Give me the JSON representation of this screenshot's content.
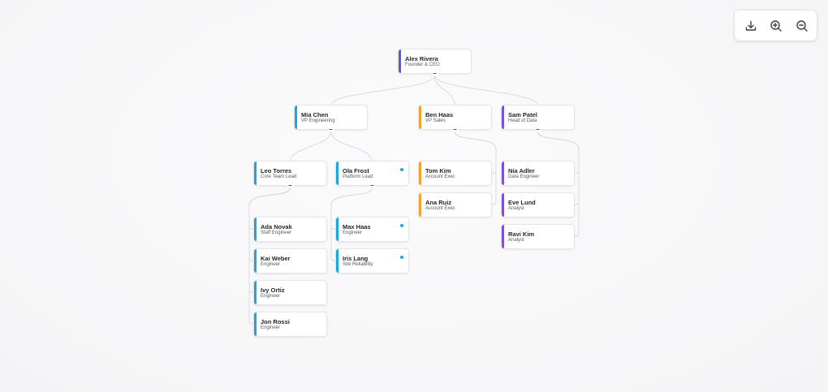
{
  "colors": {
    "engineering": "#1aa7e0",
    "sales": "#f0a42a",
    "data": "#7b4fe0",
    "executive": "#4f5de0",
    "connector": "#d9dbdf",
    "status_dot": "#1aa7e0"
  },
  "toolbar": {
    "download_icon": "download-icon",
    "zoom_in_icon": "zoom-in-icon",
    "zoom_out_icon": "zoom-out-icon"
  },
  "org": {
    "nodes": [
      {
        "id": "alex",
        "name": "Alex Rivera",
        "title": "Founder & CEO",
        "team": "executive",
        "parent": null,
        "collapsible": true,
        "status_dot": false
      },
      {
        "id": "mia",
        "name": "Mia Chen",
        "title": "VP Engineering",
        "team": "engineering",
        "parent": "alex",
        "collapsible": true,
        "status_dot": false
      },
      {
        "id": "ben",
        "name": "Ben Haas",
        "title": "VP Sales",
        "team": "sales",
        "parent": "alex",
        "collapsible": true,
        "status_dot": false
      },
      {
        "id": "sam",
        "name": "Sam Patel",
        "title": "Head of Data",
        "team": "data",
        "parent": "alex",
        "collapsible": true,
        "status_dot": false
      },
      {
        "id": "leo",
        "name": "Leo Torres",
        "title": "Core Team Lead",
        "team": "engineering",
        "parent": "mia",
        "collapsible": true,
        "status_dot": false
      },
      {
        "id": "ola",
        "name": "Ola Frost",
        "title": "Platform Lead",
        "team": "engineering",
        "parent": "mia",
        "collapsible": true,
        "status_dot": true
      },
      {
        "id": "tom",
        "name": "Tom Kim",
        "title": "Account Exec",
        "team": "sales",
        "parent": "ben",
        "collapsible": false,
        "status_dot": false
      },
      {
        "id": "ana",
        "name": "Ana Ruiz",
        "title": "Account Exec",
        "team": "sales",
        "parent": "ben",
        "collapsible": false,
        "status_dot": false
      },
      {
        "id": "nia",
        "name": "Nia Adler",
        "title": "Data Engineer",
        "team": "data",
        "parent": "sam",
        "collapsible": false,
        "status_dot": false
      },
      {
        "id": "eve",
        "name": "Eve Lund",
        "title": "Analyst",
        "team": "data",
        "parent": "sam",
        "collapsible": false,
        "status_dot": false
      },
      {
        "id": "ravi",
        "name": "Ravi Kim",
        "title": "Analyst",
        "team": "data",
        "parent": "sam",
        "collapsible": false,
        "status_dot": false
      },
      {
        "id": "ada",
        "name": "Ada Novak",
        "title": "Staff Engineer",
        "team": "engineering",
        "parent": "leo",
        "collapsible": false,
        "status_dot": false
      },
      {
        "id": "kai",
        "name": "Kai Weber",
        "title": "Engineer",
        "team": "engineering",
        "parent": "leo",
        "collapsible": false,
        "status_dot": false
      },
      {
        "id": "ivy",
        "name": "Ivy Ortiz",
        "title": "Engineer",
        "team": "engineering",
        "parent": "leo",
        "collapsible": false,
        "status_dot": false
      },
      {
        "id": "jon",
        "name": "Jon Rossi",
        "title": "Engineer",
        "team": "engineering",
        "parent": "leo",
        "collapsible": false,
        "status_dot": false
      },
      {
        "id": "max",
        "name": "Max Haas",
        "title": "Engineer",
        "team": "engineering",
        "parent": "ola",
        "collapsible": false,
        "status_dot": true
      },
      {
        "id": "iris",
        "name": "Iris Lang",
        "title": "Site Reliability",
        "team": "engineering",
        "parent": "ola",
        "collapsible": false,
        "status_dot": true
      }
    ]
  }
}
